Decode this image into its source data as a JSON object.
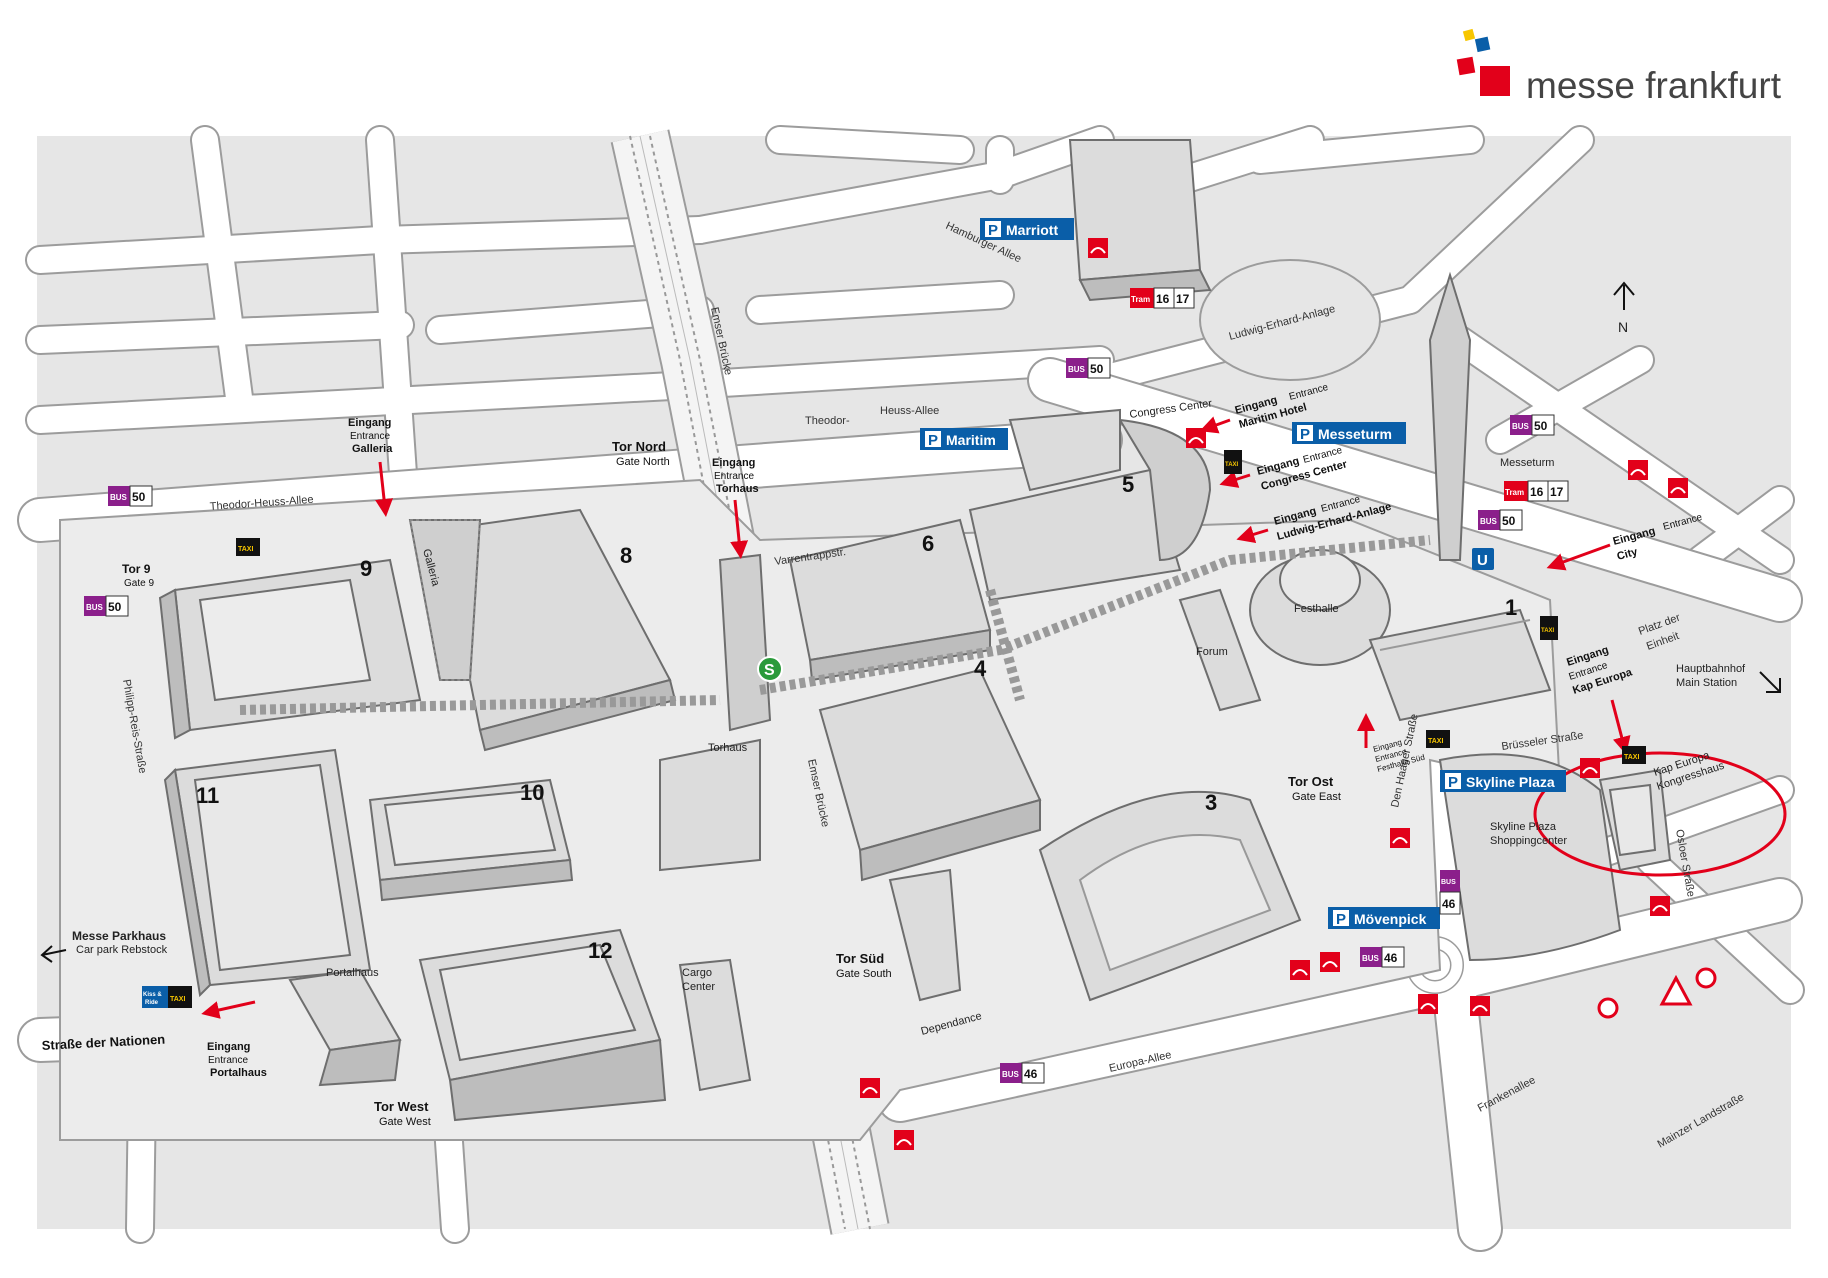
{
  "brand": {
    "name": "messe frankfurt",
    "colors": {
      "red": "#e2001a",
      "blue": "#0a5ea8",
      "yellow": "#f7c600",
      "text": "#333333"
    }
  },
  "compass": {
    "label": "N"
  },
  "halls": [
    {
      "id": "h1",
      "label": "1"
    },
    {
      "id": "h3",
      "label": "3"
    },
    {
      "id": "h4",
      "label": "4"
    },
    {
      "id": "h5",
      "label": "5"
    },
    {
      "id": "h6",
      "label": "6"
    },
    {
      "id": "h8",
      "label": "8"
    },
    {
      "id": "h9",
      "label": "9"
    },
    {
      "id": "h10",
      "label": "10"
    },
    {
      "id": "h11",
      "label": "11"
    },
    {
      "id": "h12",
      "label": "12"
    }
  ],
  "buildings": {
    "galleria": "Galleria",
    "festhalle": "Festhalle",
    "forum": "Forum",
    "torhaus": "Torhaus",
    "portalhaus": "Portalhaus",
    "cargo_1": "Cargo",
    "cargo_2": "Center",
    "dependance": "Dependance",
    "congress_center": "Congress Center",
    "messeturm": "Messeturm",
    "skyline_1": "Skyline Plaza",
    "skyline_2": "Shoppingcenter",
    "kap_1": "Kap Europa",
    "kap_2": "Kongresshaus"
  },
  "streets": {
    "theodor_heuss_west": "Theodor-Heuss-Allee",
    "theodor": "Theodor-",
    "heuss_allee": "Heuss-Allee",
    "hamburger_allee": "Hamburger Allee",
    "ludwig_erhard_anlage": "Ludwig-Erhard-Anlage",
    "philipp_reis": "Philipp-Reis-Straße",
    "strasse_der_nationen": "Straße der Nationen",
    "emser_bruecke_1": "Emser Brücke",
    "emser_bruecke_2": "Emser Brücke",
    "varrentrappstr": "Varrentrappstr.",
    "europa_allee": "Europa-Allee",
    "den_haager": "Den Haager Straße",
    "bruesseler": "Brüsseler Straße",
    "osloer": "Osloer Straße",
    "frankenallee": "Frankenallee",
    "mainzer_landstrasse": "Mainzer Landstraße",
    "platz_1": "Platz der",
    "platz_2": "Einheit"
  },
  "gates": {
    "tor_nord": "Tor Nord",
    "gate_north": "Gate North",
    "tor_9": "Tor 9",
    "gate_9": "Gate 9",
    "tor_ost": "Tor Ost",
    "gate_east": "Gate East",
    "tor_sued": "Tor Süd",
    "gate_south": "Gate South",
    "tor_west": "Tor West",
    "gate_west": "Gate West"
  },
  "entrances": {
    "eingang": "Eingang",
    "entrance": "Entrance",
    "galleria": "Galleria",
    "torhaus": "Torhaus",
    "portalhaus": "Portalhaus",
    "kap_europa": "Kap Europa",
    "maritim_hotel": "Maritim Hotel",
    "congress_center": "Congress Center",
    "ludwig": "Ludwig-Erhard-Anlage",
    "city": "City",
    "festhalle_sued": "Festhalle Süd"
  },
  "parking": {
    "marriott": "Marriott",
    "maritim": "Maritim",
    "messeturm": "Messeturm",
    "skyline_plaza": "Skyline Plaza",
    "moevenpick": "Mövenpick",
    "letter": "P"
  },
  "destinations": {
    "hbf_1": "Hauptbahnhof",
    "hbf_2": "Main Station",
    "parkhaus_1": "Messe Parkhaus",
    "parkhaus_2": "Car park Rebstock"
  },
  "transit": {
    "bus": "BUS",
    "bus_50": "50",
    "bus_46": "46",
    "tram": "Tram",
    "tram_16": "16",
    "tram_17": "17",
    "taxi": "TAXI",
    "s_bahn": "S",
    "u_bahn": "U",
    "kiss_1": "Kiss &",
    "kiss_2": "Ride"
  }
}
